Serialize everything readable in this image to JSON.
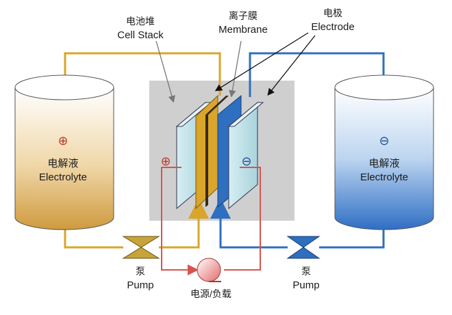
{
  "labels": {
    "cell_stack_cn": "电池堆",
    "cell_stack_en": "Cell Stack",
    "membrane_cn": "离子膜",
    "membrane_en": "Membrane",
    "electrode_cn": "电极",
    "electrode_en": "Electrode",
    "left_tank_symbol": "⊕",
    "left_tank_cn": "电解液",
    "left_tank_en": "Electrolyte",
    "right_tank_symbol": "⊖",
    "right_tank_cn": "电解液",
    "right_tank_en": "Electrolyte",
    "left_pump_cn": "泵",
    "left_pump_en": "Pump",
    "right_pump_cn": "泵",
    "right_pump_en": "Pump",
    "source_load": "电源/负载",
    "stack_plus": "⊕",
    "stack_minus": "⊖"
  },
  "colors": {
    "positive_loop": "#d9a52a",
    "negative_loop": "#2e6fbf",
    "circuit": "#d9534f",
    "left_tank_fill": "#d8a34a",
    "right_tank_fill": "#3f7fcf",
    "stack_bg": "#cfcfcf",
    "electrode_plate": "#bfe0e6",
    "membrane_dark": "#3a2a10"
  }
}
